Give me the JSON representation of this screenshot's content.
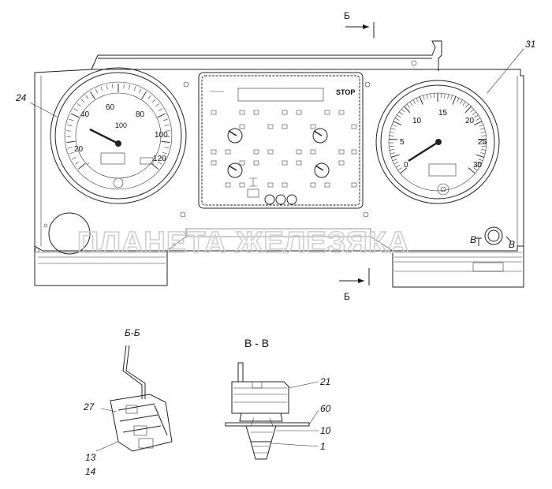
{
  "section_marks": {
    "top": "Б",
    "bottom": "Б"
  },
  "callouts": {
    "speedometer": "24",
    "tachometer": "31",
    "p27": "27",
    "p13": "13",
    "p14": "14",
    "p21": "21",
    "p60": "60",
    "p10": "10",
    "p1": "1"
  },
  "views": {
    "section_bb": "Б-Б",
    "view_vv": "В - В"
  },
  "switch_marks": {
    "left": "В",
    "right": "В"
  },
  "watermark": "ПЛАНЕТА ЖЕЛЕЗЯКА",
  "warning_panel": {
    "stop_label": "STOP"
  },
  "speedometer": {
    "scale": [
      "20",
      "40",
      "60",
      "80",
      "100",
      "120"
    ],
    "center_text": "100"
  },
  "tachometer": {
    "scale": [
      "0",
      "5",
      "10",
      "15",
      "20",
      "25",
      "30"
    ]
  }
}
